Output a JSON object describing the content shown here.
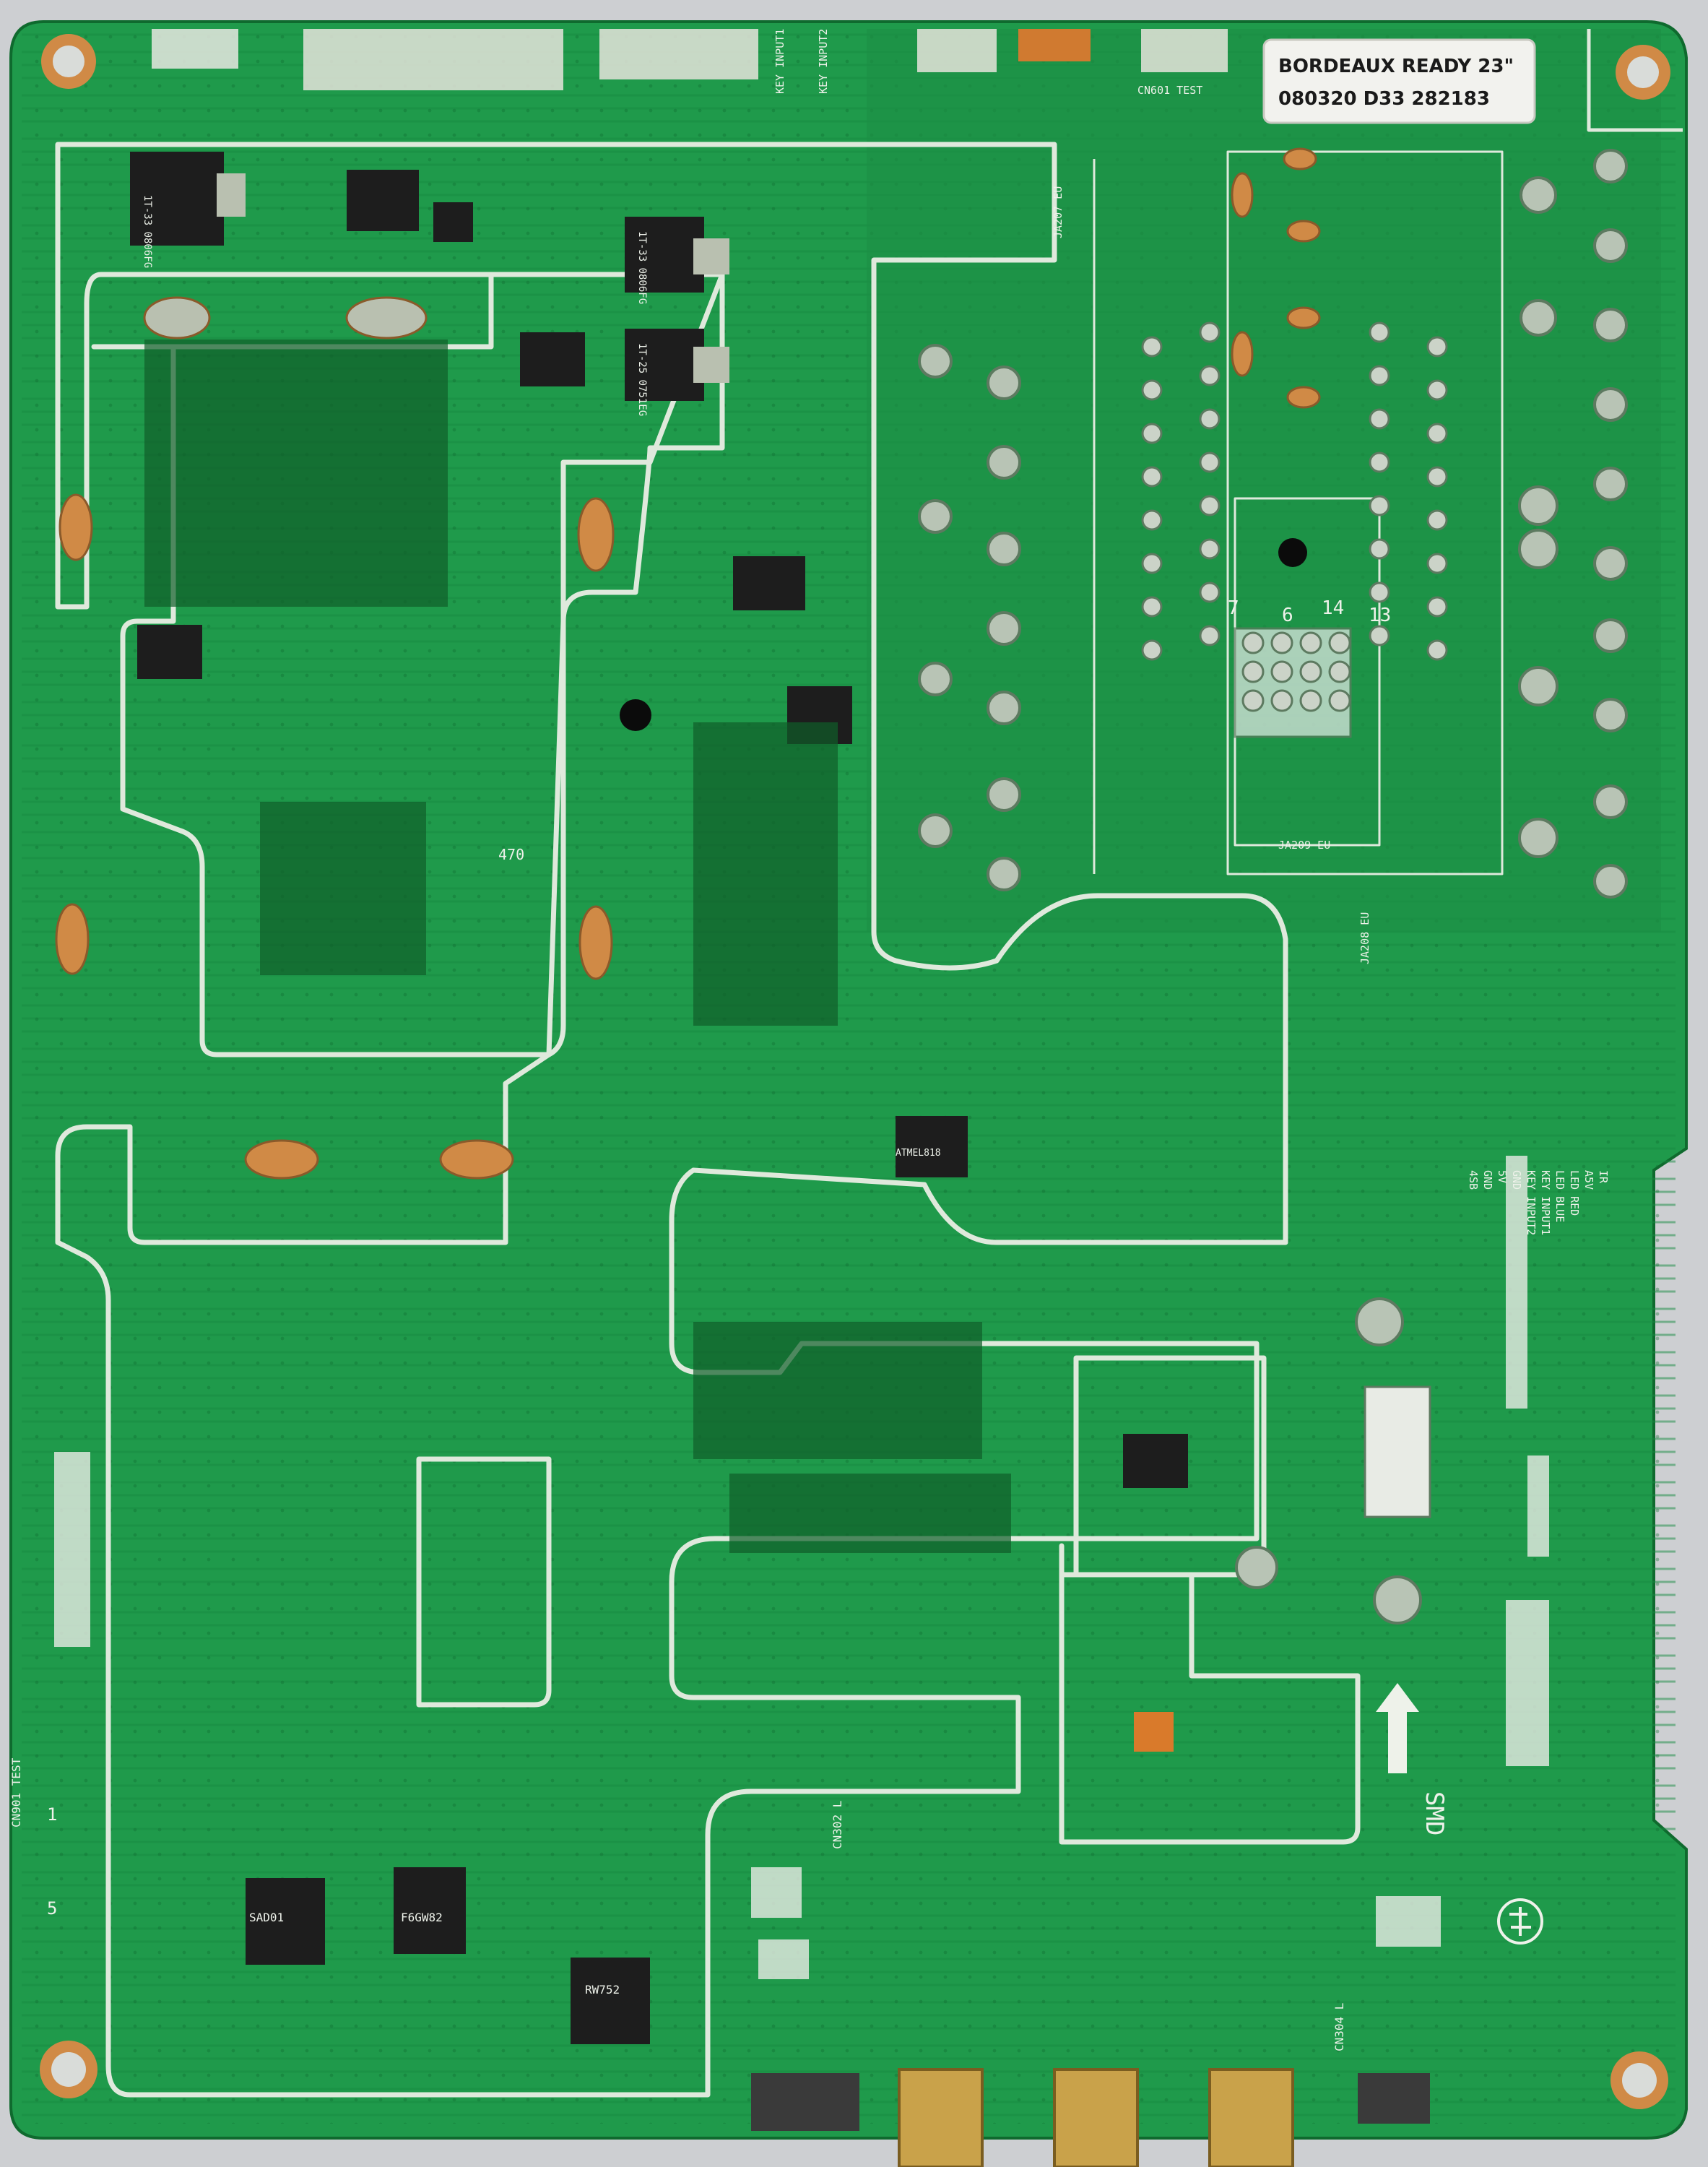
{
  "colors": {
    "board": "#1f9a4b",
    "board_dark": "#137a37",
    "silkscreen": "#eef2ea",
    "copper_pad": "#c8874a",
    "solder": "#b9c0b0",
    "chip": "#1d1d1d",
    "connector_gold": "#c9a24a",
    "background": "#cdcfd2"
  },
  "label_sticker": {
    "line1": "BORDEAUX READY 23\"",
    "line2": "080320 D33 282183"
  },
  "silkscreen": {
    "smd": "SMD",
    "cn901": "CN901 TEST",
    "cn302": "CN302 L",
    "cn304": "CN304 L",
    "cn601": "CN601 TEST",
    "key_input1": "KEY INPUT1",
    "key_input2": "KEY INPUT2",
    "ja207": "JA207 EU",
    "ja208": "JA208 EU",
    "ja209": "JA209 EU",
    "ic402_mark": "ATMEL818",
    "pin_7": "7",
    "pin_6": "6",
    "pin_14": "14",
    "pin_13": "13",
    "pin_1": "1",
    "pin_5": "5",
    "side_labels": [
      "IR",
      "A5V",
      "LED RED",
      "LED BLUE",
      "KEY INPUT1",
      "KEY INPUT2",
      "GND",
      "5V",
      "GND",
      "4SB"
    ],
    "res_470": "470",
    "ic_a": "1T-33 0806FG",
    "ic_b": "1T-33 0806FG",
    "ic_c": "1T-25 0751EG",
    "ic_d": "RW752",
    "ic_e": "F6GW82",
    "ic_f": "SAD01"
  },
  "icons": {
    "arrow": "up-arrow-icon",
    "mark": "korean-stamp-icon"
  }
}
